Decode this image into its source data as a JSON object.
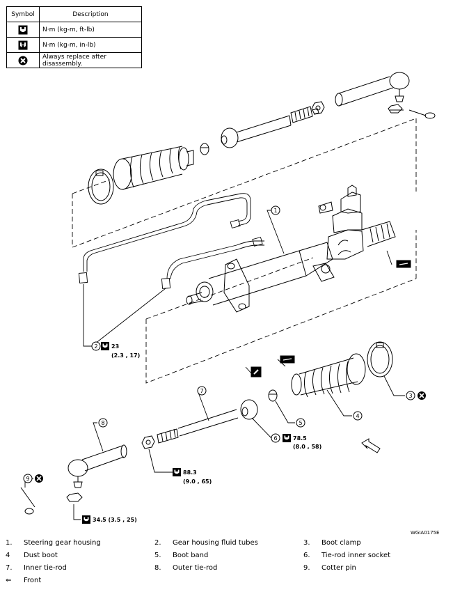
{
  "legend": {
    "headers": [
      "Symbol",
      "Description"
    ],
    "rows": [
      {
        "icon": "torque-wrench-icon",
        "description": "N·m (kg-m, ft-lb)"
      },
      {
        "icon": "torque-wrench-small-icon",
        "description": "N·m (kg-m, in-lb)"
      },
      {
        "icon": "always-replace-icon",
        "description": "Always replace after disassembly."
      }
    ]
  },
  "callouts": {
    "c1": "1",
    "c2": "2",
    "c3": "3",
    "c4": "4",
    "c5": "5",
    "c6": "6",
    "c7": "7",
    "c8": "8",
    "c9": "9"
  },
  "torques": {
    "t2": {
      "value": "23",
      "sub": "(2.3 , 17)"
    },
    "t6": {
      "value": "78.5",
      "sub": "(8.0 , 58)"
    },
    "tnut": {
      "value": "88.3",
      "sub": "(9.0 , 65)"
    },
    "tcastle": {
      "value": "34.5 (3.5 , 25)"
    }
  },
  "figure_code": "WGIA0175E",
  "parts": [
    [
      {
        "num": "1.",
        "name": "Steering gear housing"
      },
      {
        "num": "2.",
        "name": "Gear housing fluid tubes"
      },
      {
        "num": "3.",
        "name": "Boot clamp"
      }
    ],
    [
      {
        "num": "4",
        "name": "Dust boot"
      },
      {
        "num": "5.",
        "name": "Boot band"
      },
      {
        "num": "6.",
        "name": "Tie-rod inner socket"
      }
    ],
    [
      {
        "num": "7.",
        "name": "Inner tie-rod"
      },
      {
        "num": "8.",
        "name": "Outer tie-rod"
      },
      {
        "num": "9.",
        "name": "Cotter pin"
      }
    ]
  ],
  "front_note": {
    "arrow": "⇐",
    "label": "Front"
  }
}
